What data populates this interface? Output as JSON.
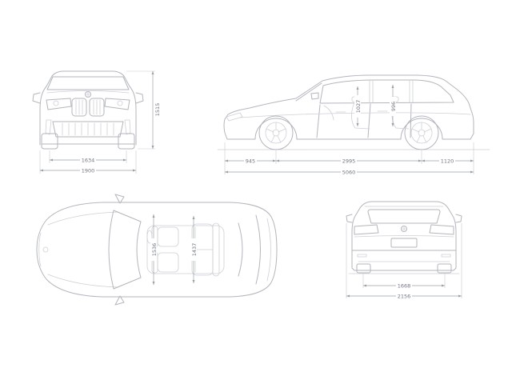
{
  "colors": {
    "background": "#ffffff",
    "body_line": "#b2b6bd",
    "detail_line": "#cdd0d6",
    "dimension_line": "#9aa0a7",
    "label_text": "#6f7580"
  },
  "views": {
    "front": {
      "dims": {
        "overall_height": "1515",
        "front_track": "1634",
        "overall_width": "1900"
      }
    },
    "side": {
      "dims": {
        "front_overhang": "945",
        "wheelbase": "2995",
        "rear_overhang": "1120",
        "overall_length": "5060",
        "interior_height_front": "1027",
        "interior_height_rear": "996"
      }
    },
    "top": {
      "dims": {
        "cabin_width_front": "1536",
        "cabin_width_rear": "1437"
      }
    },
    "rear": {
      "dims": {
        "rear_track": "1668",
        "overall_width_incl_mirrors": "2156"
      }
    }
  }
}
